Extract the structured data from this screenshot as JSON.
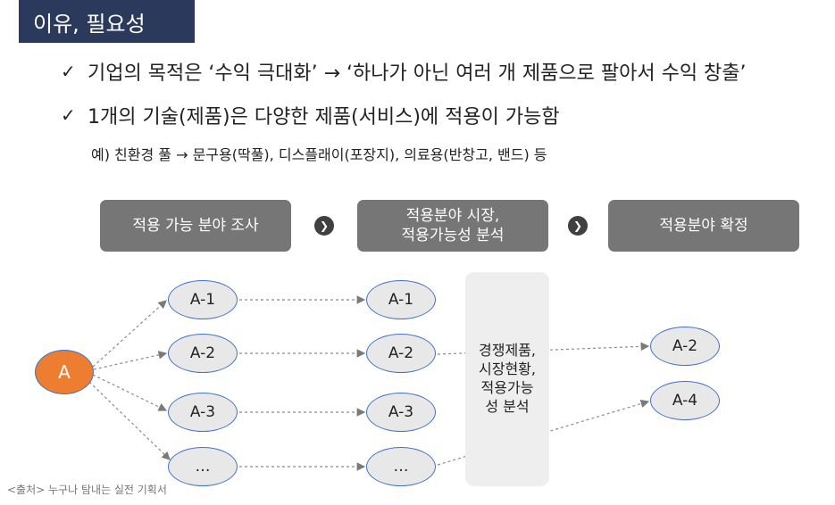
{
  "header": {
    "title": "이유, 필요성"
  },
  "bullets": [
    {
      "text": "기업의 목적은 ‘수익 극대화’ → ‘하나가 아닌 여러 개 제품으로 팔아서 수익 창출’"
    },
    {
      "text": "1개의 기술(제품)은 다양한 제품(서비스)에 적용이 가능함"
    }
  ],
  "example": "예) 친환경 풀 → 문구용(딱풀),  디스플래이(포장지),  의료용(반창고,  밴드) 등",
  "process": {
    "steps": [
      {
        "line1": "적용 가능 분야 조사",
        "line2": ""
      },
      {
        "line1": "적용분야 시장,",
        "line2": "적용가능성 분석"
      },
      {
        "line1": "적용분야 확정",
        "line2": ""
      }
    ],
    "arrow_glyph": "❯"
  },
  "diagram": {
    "root": "A",
    "column1": [
      "A-1",
      "A-2",
      "A-3",
      "…"
    ],
    "column2": [
      "A-1",
      "A-2",
      "A-3",
      "…"
    ],
    "analysis_lines": [
      "경쟁제품,",
      "시장현황,",
      "적용가능",
      "성 분석"
    ],
    "result": [
      "A-2",
      "A-4"
    ],
    "colors": {
      "root": "#ed7d31",
      "node_border": "#4472c4",
      "node_fill": "#e8e8e8",
      "step_fill": "#767676"
    }
  },
  "source": "<출처> 누구나 탐내는 실전 기획서"
}
